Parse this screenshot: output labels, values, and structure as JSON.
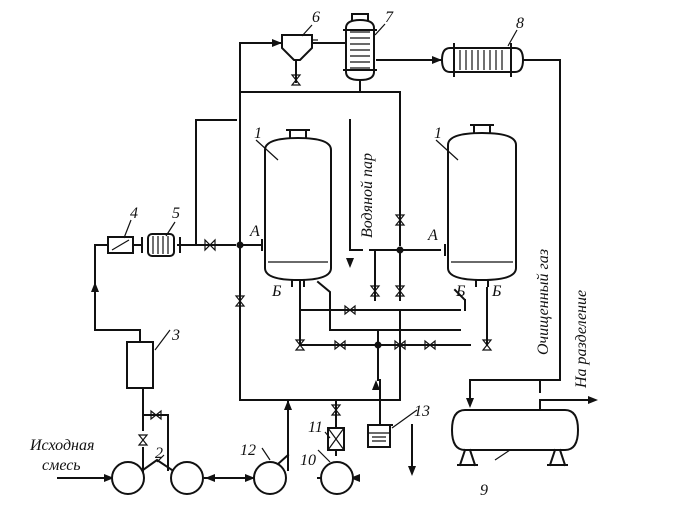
{
  "numbers": {
    "n1a": "1",
    "n1b": "1",
    "n2": "2",
    "n3": "3",
    "n4": "4",
    "n5": "5",
    "n6": "6",
    "n7": "7",
    "n8": "8",
    "n9": "9",
    "n10": "10",
    "n11": "11",
    "n12": "12",
    "n13": "13"
  },
  "points": {
    "a_left": "A",
    "a_right": "A",
    "b1": "Б",
    "b2": "Б",
    "b3": "Б"
  },
  "labels": {
    "feed_line1": "Исходная",
    "feed_line2": "смесь",
    "steam": "Водяной пар",
    "purified_gas": "Очищенный газ",
    "to_separation": "На разделение"
  }
}
